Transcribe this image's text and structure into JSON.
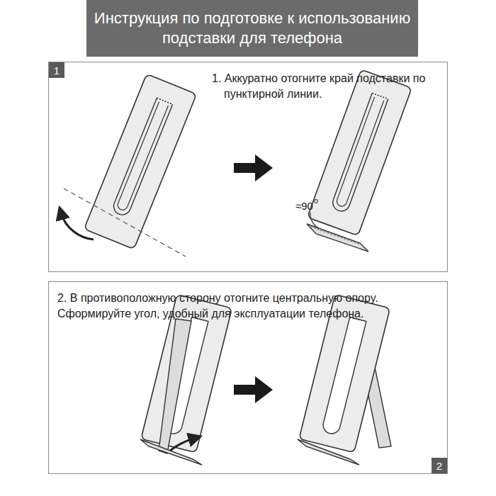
{
  "diagram": {
    "title": "Инструкция по подготовке к использованию подставки для телефона",
    "nodes": [
      {
        "text": [
          "1. Аккуратно отогните край подставки по пунктирной линии."
        ]
      },
      {
        "text": [
          "1"
        ],
        "in": 0
      },
      {
        "text": [
          "2. В противоположную сторону отогните центральную опору. Сформируйте угол, удобный для эксплуатации телефона."
        ]
      },
      {
        "text": [
          "2"
        ],
        "in": 2
      }
    ],
    "labels": [
      "≈90",
      "o"
    ]
  }
}
